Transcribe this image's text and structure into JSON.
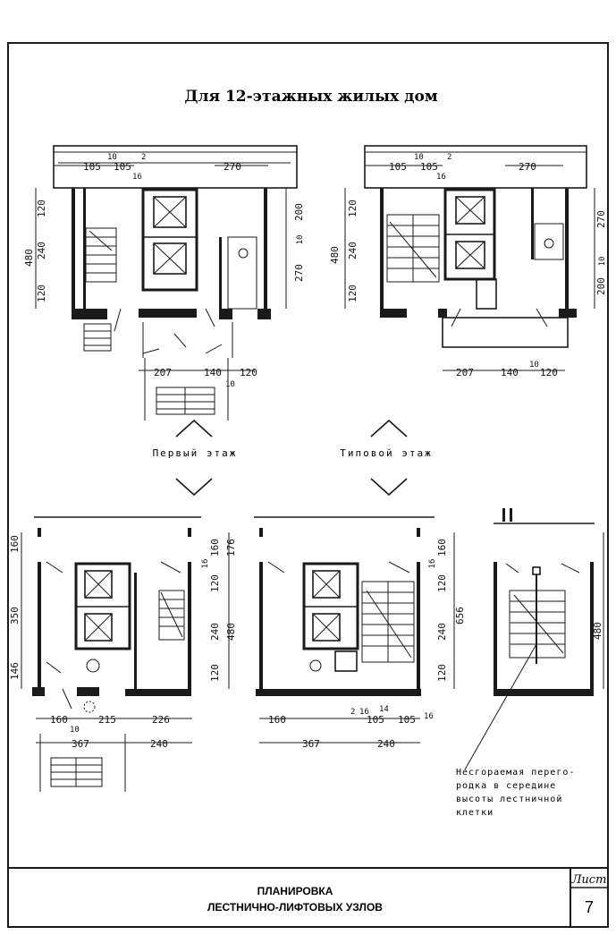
{
  "title": "Для 12-этажных жилых дом",
  "captions": {
    "first_floor": "Первый этаж",
    "typical_floor": "Типовой этаж"
  },
  "note_lines": [
    "Несгораемая перего-",
    "родка в середине",
    "высоты лестничной",
    "клетки"
  ],
  "stamp": {
    "line1": "ПЛАНИРОВКА",
    "line2": "ЛЕСТНИЧНО-ЛИФТОВЫХ УЗЛОВ",
    "sheet_label": "Лист",
    "sheet_number": "7"
  },
  "dims": {
    "p1_top_a": "10",
    "p1_top_b": "105",
    "p1_top_c": "105",
    "p1_top_d": "2",
    "p1_top_e": "16",
    "p1_top_f": "270",
    "p1_left_total": "480",
    "p1_left_a": "120",
    "p1_left_b": "240",
    "p1_left_c": "120",
    "p1_right_a": "200",
    "p1_right_b": "10",
    "p1_right_c": "270",
    "p1_bot_a": "207",
    "p1_bot_b": "140",
    "p1_bot_c": "120",
    "p1_bot_d": "10",
    "p2_top_a": "10",
    "p2_top_b": "105",
    "p2_top_c": "105",
    "p2_top_d": "2",
    "p2_top_e": "16",
    "p2_top_f": "270",
    "p2_left_total": "480",
    "p2_left_a": "120",
    "p2_left_b": "240",
    "p2_left_c": "120",
    "p2_right_a": "270",
    "p2_right_b": "10",
    "p2_right_c": "200",
    "p2_bot_a": "207",
    "p2_bot_b": "140",
    "p2_bot_c": "10",
    "p2_bot_d": "120",
    "p3_left_a": "160",
    "p3_left_b": "350",
    "p3_left_c": "146",
    "p3_right_a": "160",
    "p3_right_b": "16",
    "p3_right_c": "176",
    "p3_right_d": "120",
    "p3_right_e": "240",
    "p3_right_f": "480",
    "p3_right_g": "120",
    "p3_bot_a": "160",
    "p3_bot_b": "10",
    "p3_bot_c": "215",
    "p3_bot_d": "226",
    "p3_bot_e": "367",
    "p3_bot_f": "240",
    "p4_right_a": "160",
    "p4_right_b": "16",
    "p4_right_c": "120",
    "p4_right_d": "656",
    "p4_right_e": "240",
    "p4_right_f": "120",
    "p4_bot_a": "160",
    "p4_bot_b": "2",
    "p4_bot_c": "16",
    "p4_bot_d": "14",
    "p4_bot_e": "105",
    "p4_bot_f": "105",
    "p4_bot_g": "16",
    "p4_bot_h": "367",
    "p4_bot_i": "240",
    "p5_right": "480"
  }
}
